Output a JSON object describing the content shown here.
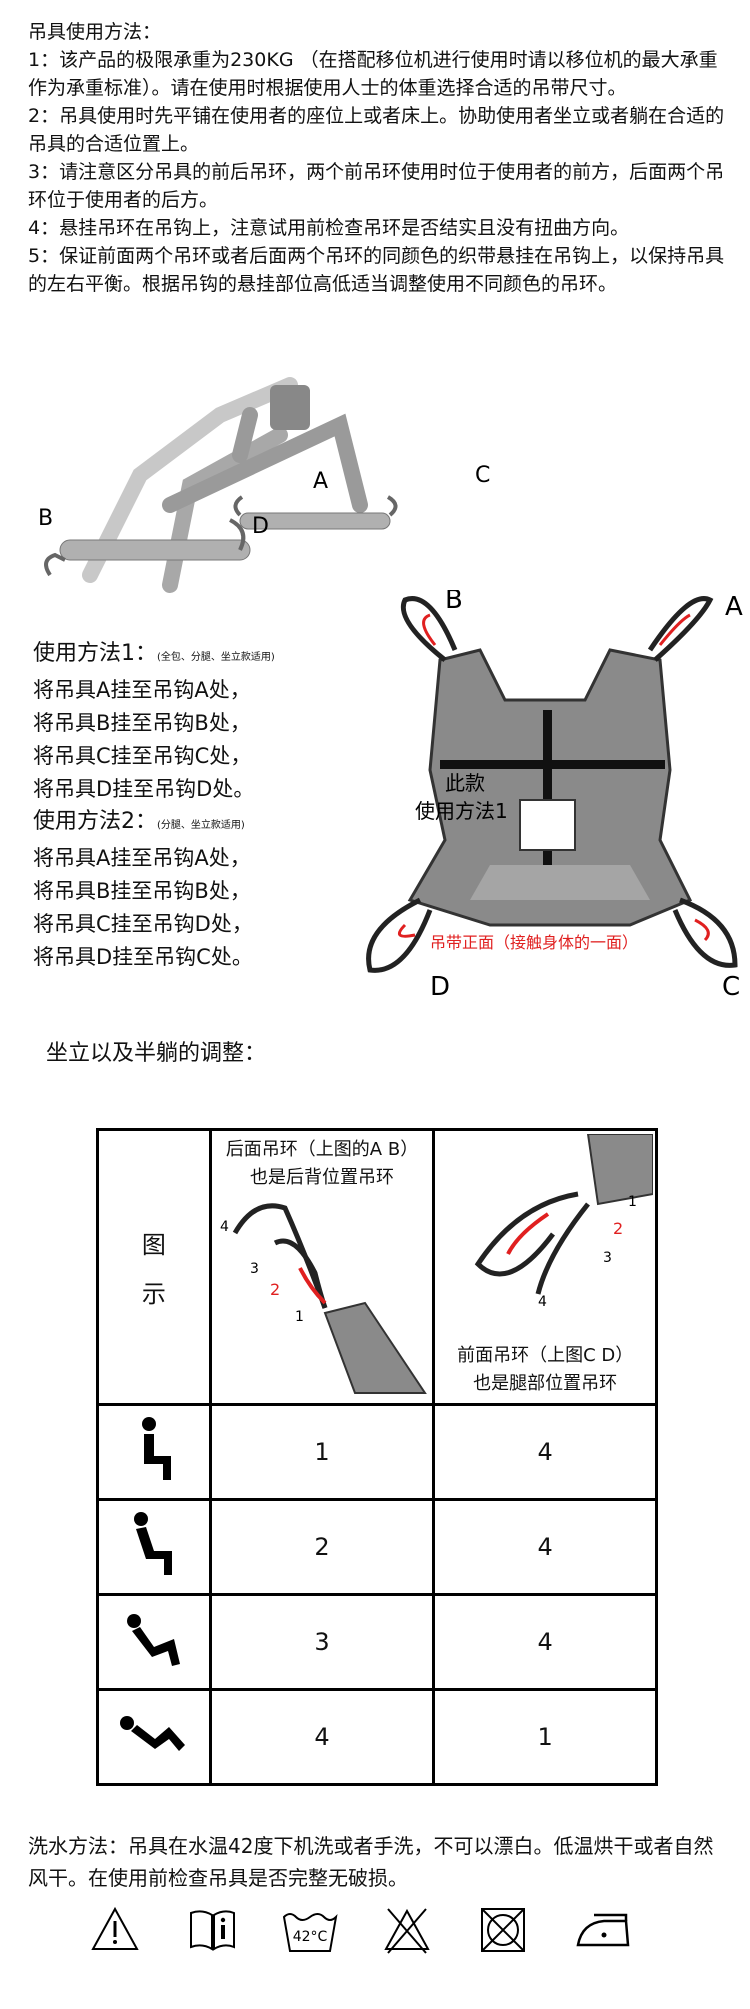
{
  "intro": {
    "title": "吊具使用方法：",
    "steps": [
      "1：该产品的极限承重为230KG （在搭配移位机进行使用时请以移位机的最大承重作为承重标准）。请在使用时根据使用人士的体重选择合适的吊带尺寸。",
      "2：吊具使用时先平铺在使用者的座位上或者床上。协助使用者坐立或者躺在合适的吊具的合适位置上。",
      "3：请注意区分吊具的前后吊环，两个前吊环使用时位于使用者的前方，后面两个吊环位于使用者的后方。",
      "4：悬挂吊环在吊钩上，注意试用前检查吊环是否结实且没有扭曲方向。",
      "5：保证前面两个吊环或者后面两个吊环的同颜色的织带悬挂在吊钩上，以保持吊具的左右平衡。根据吊钩的悬挂部位高低适当调整使用不同颜色的吊环。"
    ]
  },
  "hook_labels": {
    "a": "A",
    "b": "B",
    "c": "C",
    "d": "D"
  },
  "method1": {
    "title": "使用方法1：",
    "note": "(全包、分腿、坐立款适用)",
    "lines": [
      "将吊具A挂至吊钩A处，",
      "将吊具B挂至吊钩B处，",
      "将吊具C挂至吊钩C处，",
      "将吊具D挂至吊钩D处。"
    ]
  },
  "method2": {
    "title": "使用方法2：",
    "note": "(分腿、坐立款适用)",
    "lines": [
      "将吊具A挂至吊钩A处，",
      "将吊具B挂至吊钩B处，",
      "将吊具C挂至吊钩D处，",
      "将吊具D挂至吊钩C处。"
    ]
  },
  "sling": {
    "caption_line1": "此款",
    "caption_line2": "使用方法1",
    "front_note": "吊带正面（接触身体的一面）",
    "labels": {
      "a": "A",
      "b": "B",
      "c": "C",
      "d": "D"
    }
  },
  "adjust_title": "坐立以及半躺的调整：",
  "table": {
    "header_label": "图\n示",
    "header_label_1": "图",
    "header_label_2": "示",
    "rear_caption_1": "后面吊环（上图的A B）",
    "rear_caption_2": "也是后背位置吊环",
    "front_caption_1": "前面吊环（上图C D）",
    "front_caption_2": "也是腿部位置吊环",
    "loop_numbers": [
      "1",
      "2",
      "3",
      "4"
    ],
    "rows": [
      {
        "posture": "upright-sitting-icon",
        "rear": "1",
        "front": "4"
      },
      {
        "posture": "slight-recline-icon",
        "rear": "2",
        "front": "4"
      },
      {
        "posture": "half-recline-icon",
        "rear": "3",
        "front": "4"
      },
      {
        "posture": "lying-icon",
        "rear": "4",
        "front": "1"
      }
    ]
  },
  "wash": {
    "text": "洗水方法：吊具在水温42度下机洗或者手洗，不可以漂白。低温烘干或者自然风干。在使用前检查吊具是否完整无破损。",
    "temp_label": "42°C",
    "icons": [
      "warning-icon",
      "read-manual-icon",
      "wash-42-icon",
      "no-bleach-icon",
      "no-tumble-dry-icon",
      "iron-icon"
    ]
  },
  "colors": {
    "loop_red": "#e02020",
    "mesh_gray": "#8a8a8a",
    "frame_gray": "#b5b5b5"
  }
}
